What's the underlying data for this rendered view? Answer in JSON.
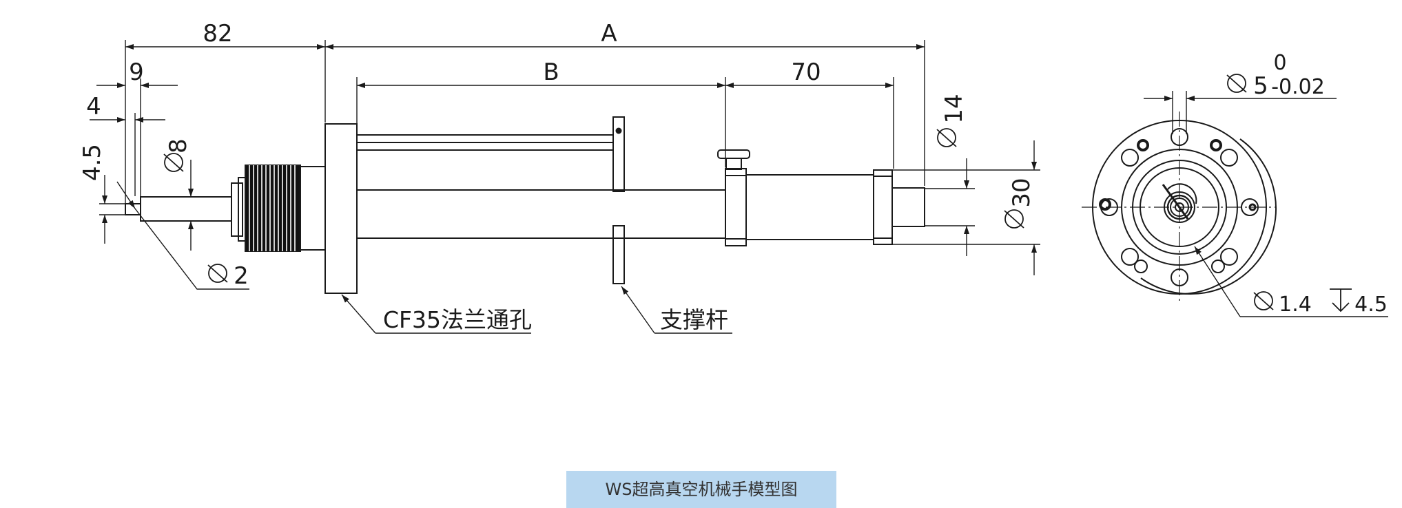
{
  "dimensions": {
    "d82": "82",
    "dA": "A",
    "dB": "B",
    "d70": "70",
    "d9": "9",
    "d4": "4",
    "d4_5": "4.5",
    "dia8": "8",
    "dia2": "2",
    "dia14": "14",
    "dia30": "30",
    "tol_top": "0",
    "dia5": "5",
    "tol_bottom": "-0.02",
    "dia1_4": "1.4",
    "depth4_5": "4.5"
  },
  "labels": {
    "flange": "CF35法兰通孔",
    "support": "支撑杆"
  },
  "caption": "WS超高真空机械手模型图",
  "colors": {
    "line": "#1a1a1a",
    "caption_bg": "#b8d7f0"
  }
}
